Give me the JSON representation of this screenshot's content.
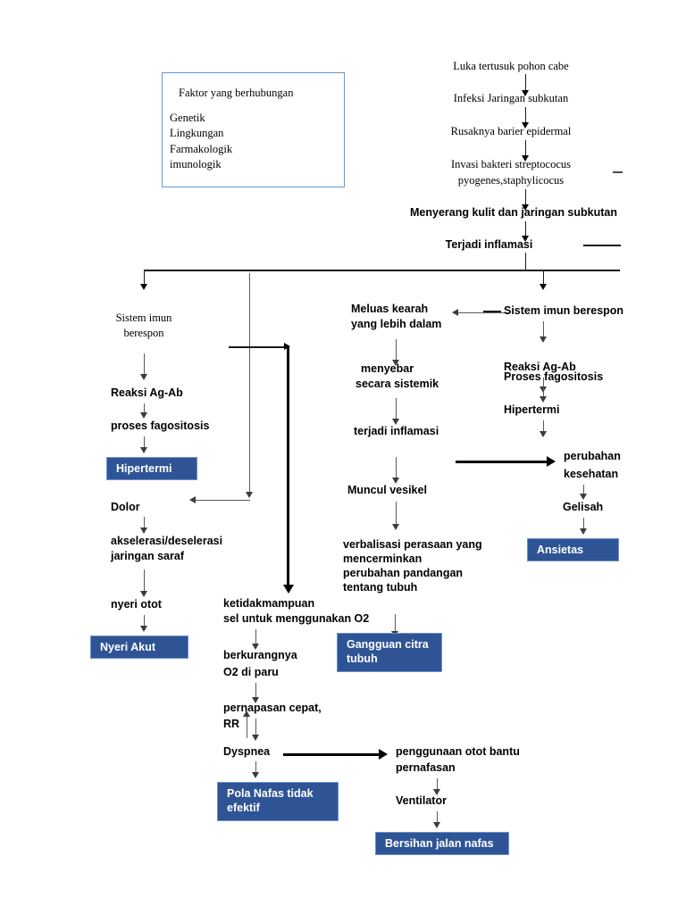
{
  "diagram": {
    "title_box": {
      "heading": "Faktor yang berhubungan",
      "items": [
        "Genetik",
        "Lingkungan",
        "Farmakologik",
        "imunologik"
      ],
      "border_color": "#5B9BD5"
    },
    "accent_color": "#2E5496",
    "chain_top": [
      "Luka tertusuk pohon cabe",
      "Infeksi Jaringan subkutan",
      "Rusaknya barier epidermal",
      "Invasi bakteri streptococus",
      "pyogenes,staphylicocus",
      "Menyerang kulit dan jaringan subkutan",
      "Terjadi inflamasi"
    ],
    "left_column": {
      "n1_line1": "Sistem imun",
      "n1_line2": "berespon",
      "n2": "Reaksi Ag-Ab",
      "n3": "proses fagositosis",
      "box_hipertermi": "Hipertermi",
      "n4": "Dolor",
      "n5_line1": "akselerasi/deselerasi",
      "n5_line2": "jaringan saraf",
      "n6": "nyeri otot",
      "box_nyeri_akut": "Nyeri Akut"
    },
    "center_column": {
      "c1_line1": "Meluas kearah",
      "c1_line2": "yang lebih dalam",
      "c2_line1": "menyebar",
      "c2_line2": "secara sistemik",
      "c3": "terjadi inflamasi",
      "c4": "Muncul vesikel",
      "c5_line1": "verbalisasi perasaan yang",
      "c5_line2": "mencerminkan",
      "c5_line3": "perubahan pandangan",
      "c5_line4": "tentang tubuh",
      "box_gangguan": "Gangguan citra\ntubuh"
    },
    "right_column": {
      "r1": "Sistem imun berespon",
      "r2": "Reaksi Ag-Ab",
      "r3": "Proses fagositosis",
      "r4": "Hipertermi",
      "r5_line1": "perubahan",
      "r5_line2": "kesehatan",
      "r6": "Gelisah",
      "box_ansietas": "Ansietas"
    },
    "respiratory_column": {
      "b1_line1": "ketidakmampuan",
      "b1_line2": "sel untuk menggunakan O2",
      "b2_line1": "berkurangnya",
      "b2_line2": "O2 di paru",
      "b3_line1": "pernapasan cepat,",
      "b3_line2": "RR",
      "b4": "Dyspnea",
      "box_pola_nafas": "Pola Nafas tidak\nefektif",
      "b5_line1": "penggunaan otot bantu",
      "b5_line2": "pernafasan",
      "b6": "Ventilator",
      "box_bersihan": "Bersihan jalan nafas"
    }
  }
}
